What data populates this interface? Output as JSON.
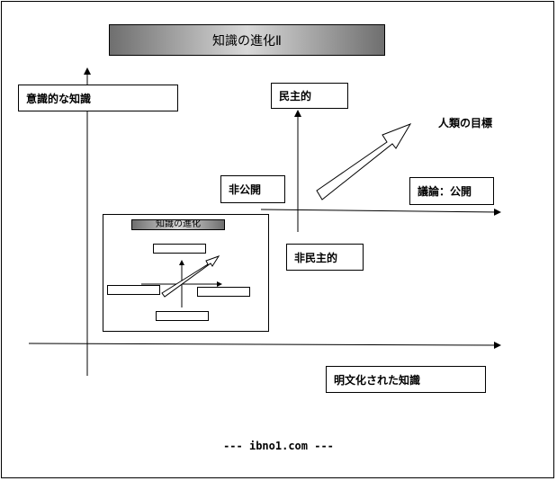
{
  "title": "知識の進化Ⅱ",
  "labels": {
    "top_left": "意識的な知識",
    "top_center": "民主的",
    "goal": "人類の目標",
    "left_mid": "非公開",
    "right_mid": "議論：公開",
    "bottom_mid": "非民主的",
    "bottom_right": "明文化された知識"
  },
  "inset": {
    "title": "知識の進化"
  },
  "footer": "--- ibno1.com ---"
}
